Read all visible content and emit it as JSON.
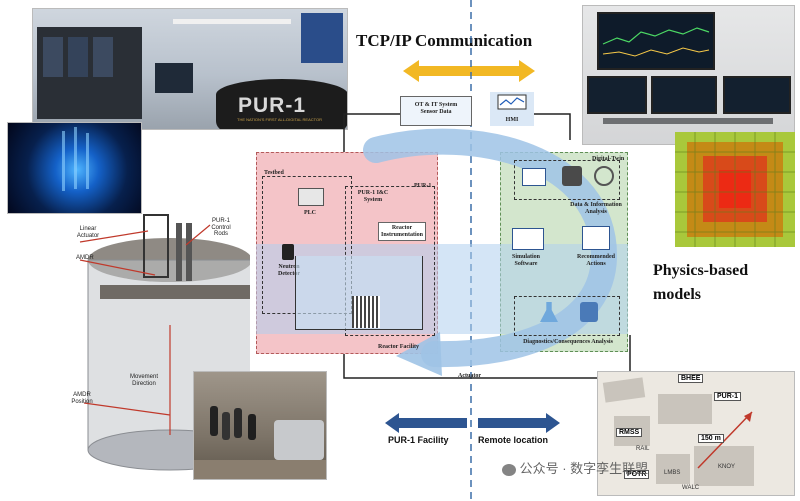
{
  "header": {
    "title": "TCP/IP Communication"
  },
  "photos": {
    "reactor_banner": "PUR-1",
    "reactor_tagline": "THE NATION'S FIRST ALL-DIGITAL REACTOR"
  },
  "hub": {
    "ot_it": "OT & IT System",
    "sensor": "Sensor Data",
    "hmi": "HMI",
    "actuator": "Actuator"
  },
  "testbed": {
    "title": "Testbed",
    "plc": "PLC",
    "neutron": "Neutron Detector",
    "pur1": "PUR-1",
    "ic": "PUR-1 I&C System",
    "instr": "Reactor Instrumentation",
    "facility": "Reactor Facility"
  },
  "twin": {
    "title": "Digital-Twin",
    "data": "Data & Information Analysis",
    "sim": "Simulation Software",
    "rec": "Recommended Actions",
    "diag": "Diagnostics/Consequences Analysis"
  },
  "models": {
    "label_line1": "Physics-based",
    "label_line2": "models"
  },
  "reactor": {
    "linear": "Linear Actuator",
    "amdr": "AMDR",
    "control": "PUR-1 Control Rods",
    "movement": "Movement Direction",
    "amdr_pos": "AMDR Position"
  },
  "footer": {
    "left": "PUR-1 Facility",
    "right": "Remote location"
  },
  "map": {
    "bhee": "BHEE",
    "pur1": "PUR-1",
    "rmss": "RMSS",
    "rail": "RAIL",
    "dist": "150 m",
    "potr": "POTR",
    "lmbs": "LMBS",
    "knoy": "KNOY",
    "walc": "WALC"
  },
  "watermark": "公众号 · 数字孪生联盟",
  "colors": {
    "arrow_gold": "#f2b824",
    "arrow_blue": "#2d5591",
    "pink": "#f4c4c8",
    "green": "#d3e6cd",
    "dash": "#3b6ea8"
  }
}
